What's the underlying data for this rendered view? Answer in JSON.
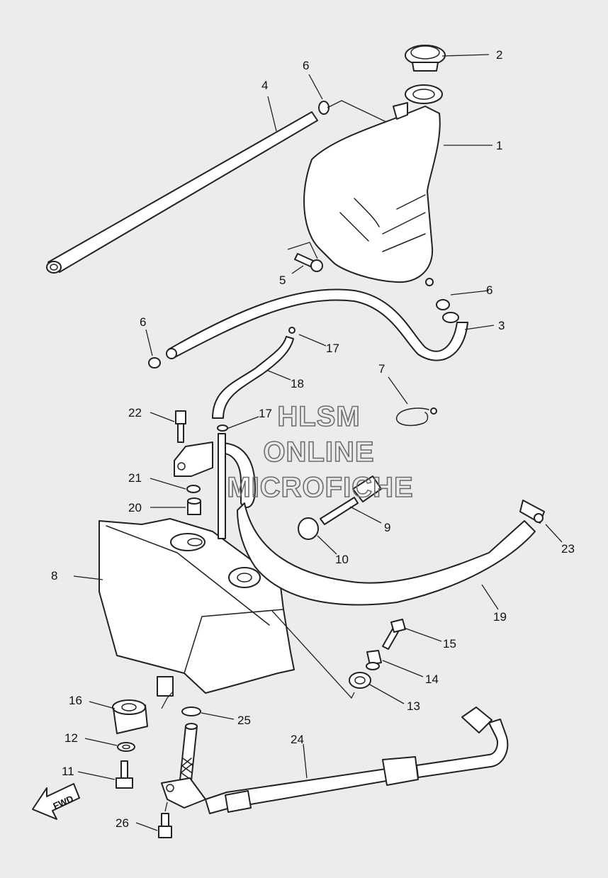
{
  "callouts": [
    "1",
    "2",
    "3",
    "4",
    "5",
    "6",
    "6",
    "6",
    "7",
    "8",
    "9",
    "10",
    "11",
    "12",
    "13",
    "14",
    "15",
    "16",
    "17",
    "17",
    "18",
    "19",
    "20",
    "21",
    "22",
    "23",
    "24",
    "25",
    "26"
  ],
  "watermark": {
    "line1": "HLSM",
    "line2": "ONLINE",
    "line3": "MICROFICHE"
  },
  "direction_label": "FWD"
}
